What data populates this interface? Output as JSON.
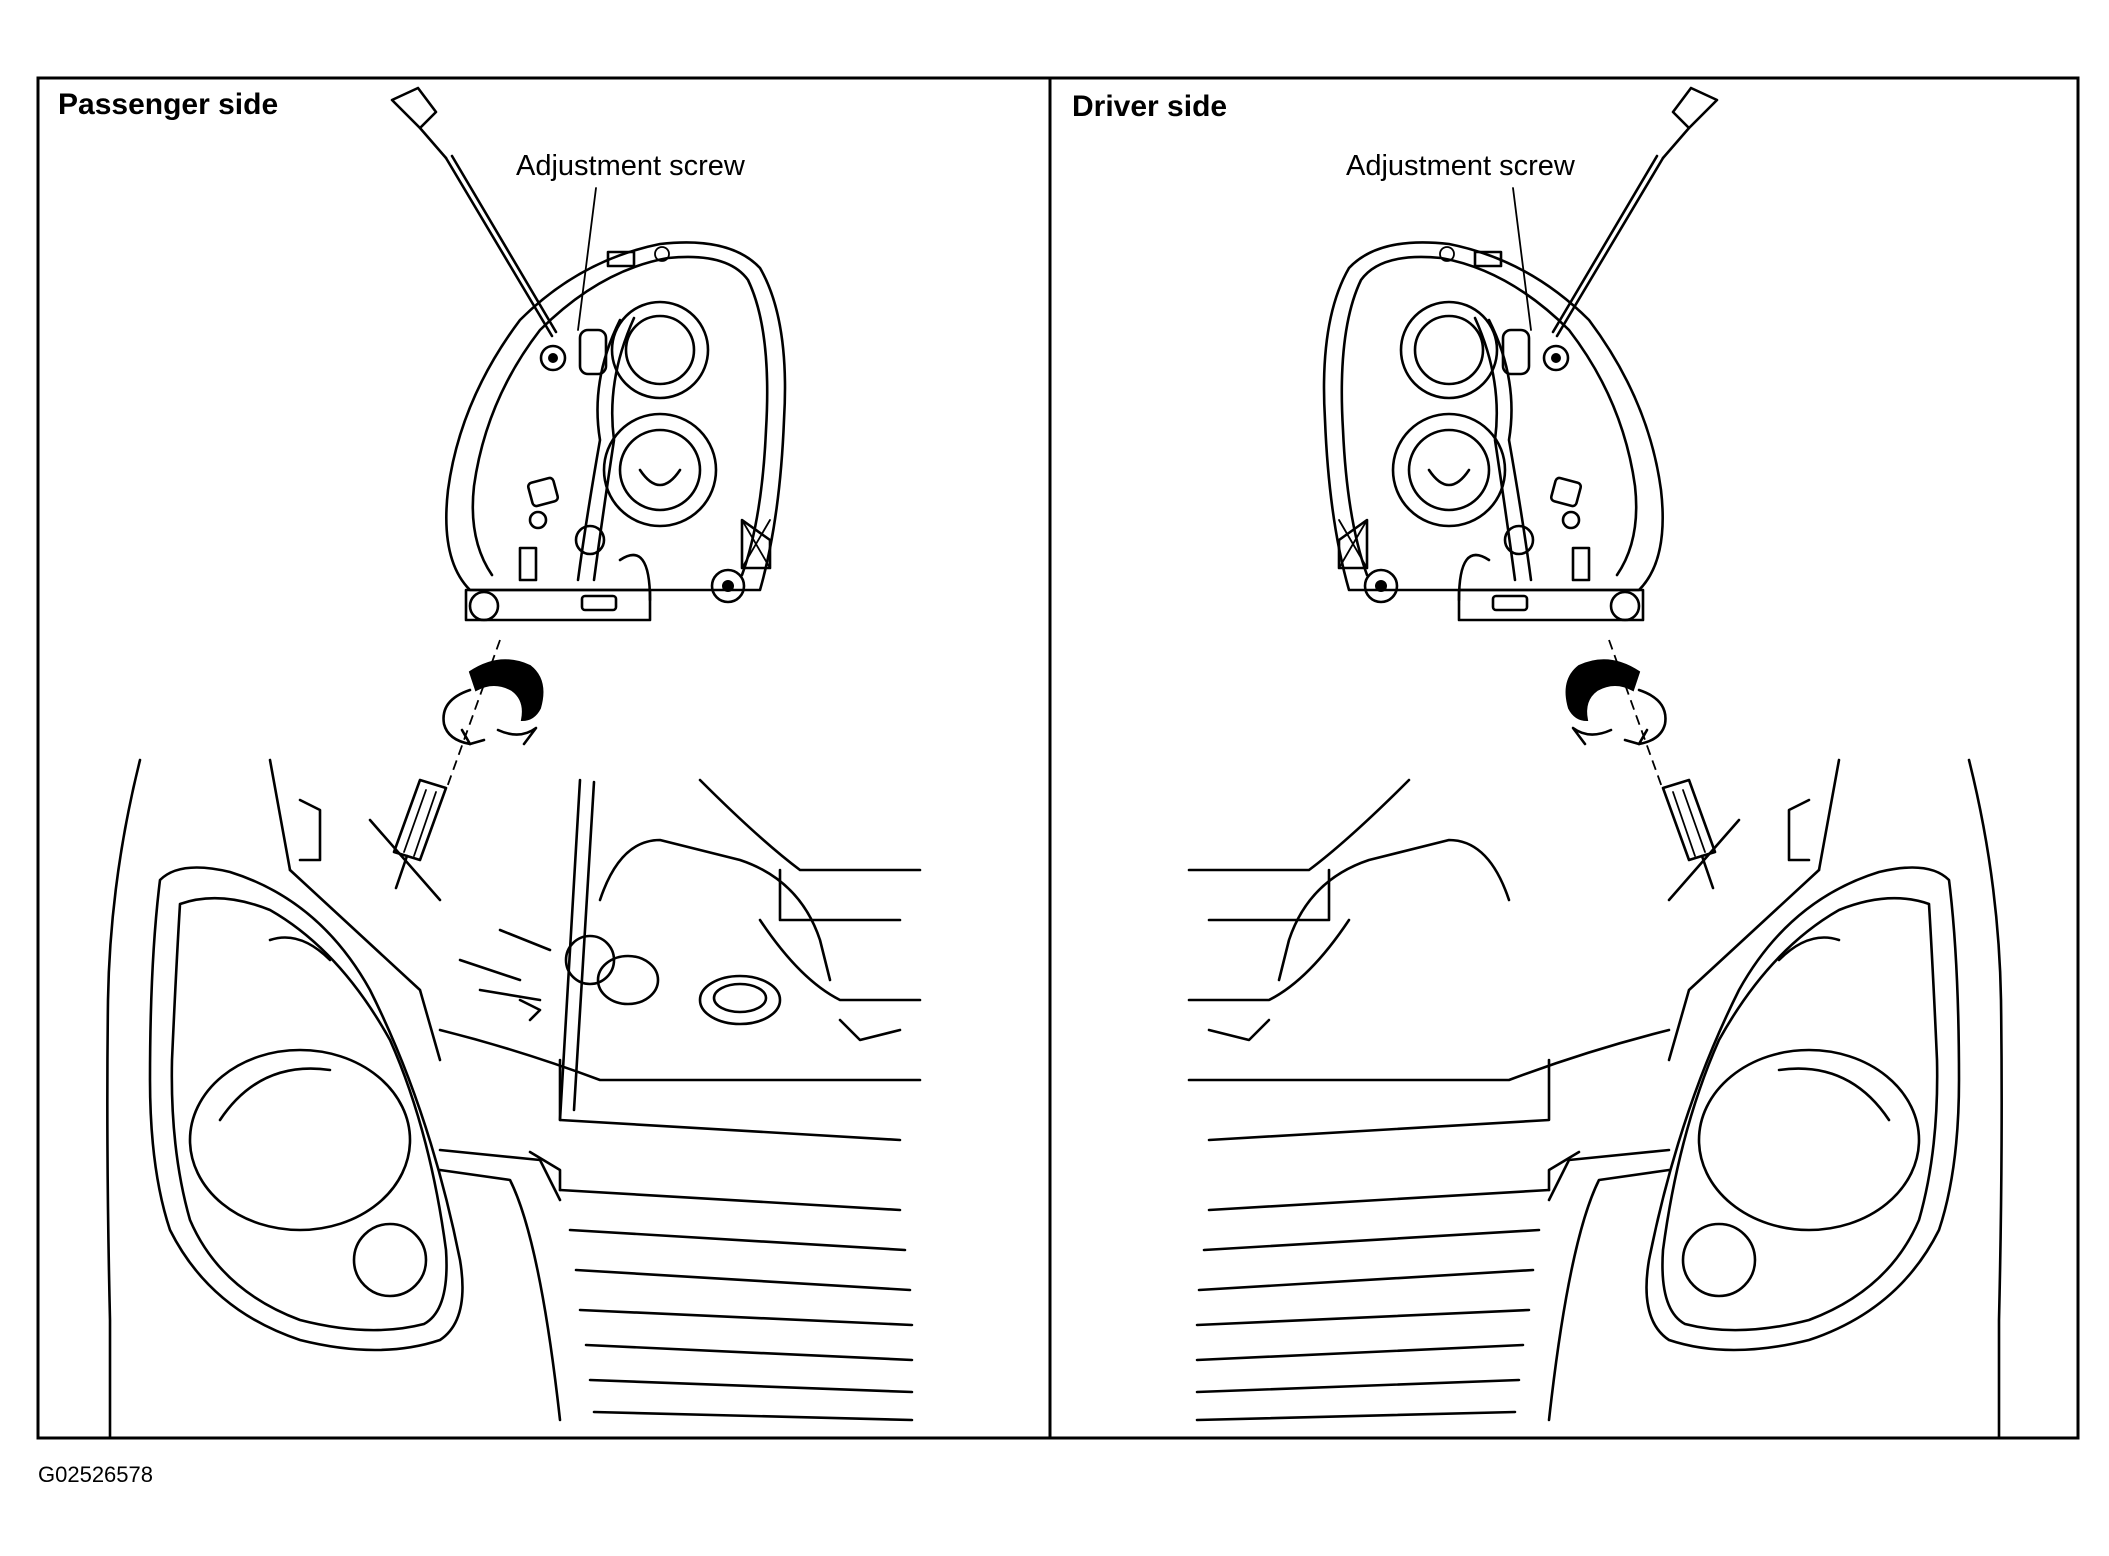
{
  "panels": {
    "left": {
      "title": "Passenger side",
      "callout": "Adjustment screw"
    },
    "right": {
      "title": "Driver side",
      "callout": "Adjustment screw"
    }
  },
  "figure_id": "G02526578"
}
